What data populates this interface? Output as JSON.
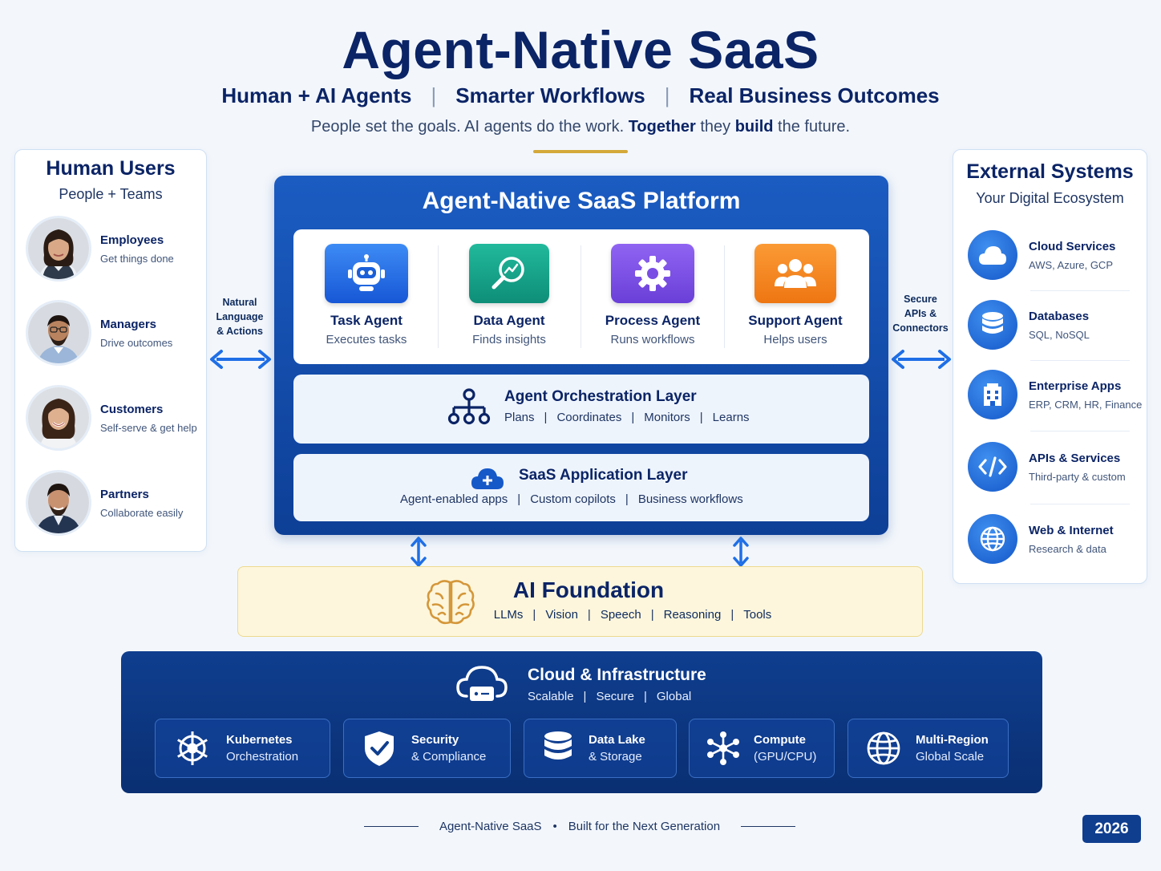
{
  "header": {
    "title": "Agent-Native SaaS",
    "subtitle": [
      "Human + AI Agents",
      "Smarter Workflows",
      "Real Business Outcomes"
    ],
    "tagline": {
      "part1": "People set the goals. AI agents do the work. ",
      "bold1": "Together",
      "part2": " they ",
      "bold2": "build",
      "part3": " the future."
    }
  },
  "human_users": {
    "title": "Human Users",
    "subtitle": "People + Teams",
    "items": [
      {
        "name": "Employees",
        "desc": "Get things done"
      },
      {
        "name": "Managers",
        "desc": "Drive outcomes"
      },
      {
        "name": "Customers",
        "desc": "Self-serve & get help"
      },
      {
        "name": "Partners",
        "desc": "Collaborate easily"
      }
    ]
  },
  "left_connector": {
    "line1": "Natural",
    "line2": "Language",
    "line3": "& Actions"
  },
  "right_connector": {
    "line1": "Secure",
    "line2": "APIs &",
    "line3": "Connectors"
  },
  "platform": {
    "title": "Agent-Native SaaS Platform",
    "agents": [
      {
        "name": "Task Agent",
        "desc": "Executes tasks",
        "icon": "robot-icon",
        "color": "#1f6fe6"
      },
      {
        "name": "Data Agent",
        "desc": "Finds insights",
        "icon": "magnifier-chart-icon",
        "color": "#14a38b"
      },
      {
        "name": "Process Agent",
        "desc": "Runs workflows",
        "icon": "gear-icon",
        "color": "#7b4de8"
      },
      {
        "name": "Support Agent",
        "desc": "Helps users",
        "icon": "users-icon",
        "color": "#f2821c"
      }
    ],
    "orchestration": {
      "title": "Agent Orchestration Layer",
      "items": [
        "Plans",
        "Coordinates",
        "Monitors",
        "Learns"
      ]
    },
    "application": {
      "title": "SaaS Application Layer",
      "items": [
        "Agent-enabled apps",
        "Custom copilots",
        "Business workflows"
      ]
    }
  },
  "ai_foundation": {
    "title": "AI Foundation",
    "items": [
      "LLMs",
      "Vision",
      "Speech",
      "Reasoning",
      "Tools"
    ]
  },
  "external_systems": {
    "title": "External Systems",
    "subtitle": "Your Digital Ecosystem",
    "items": [
      {
        "name": "Cloud Services",
        "desc": "AWS, Azure, GCP",
        "icon": "cloud-icon"
      },
      {
        "name": "Databases",
        "desc": "SQL, NoSQL",
        "icon": "database-icon"
      },
      {
        "name": "Enterprise Apps",
        "desc": "ERP, CRM, HR, Finance",
        "icon": "building-icon"
      },
      {
        "name": "APIs & Services",
        "desc": "Third-party & custom",
        "icon": "code-icon"
      },
      {
        "name": "Web & Internet",
        "desc": "Research & data",
        "icon": "globe-icon"
      }
    ]
  },
  "cloud": {
    "title": "Cloud & Infrastructure",
    "items": [
      "Scalable",
      "Secure",
      "Global"
    ],
    "boxes": [
      {
        "title": "Kubernetes",
        "sub": "Orchestration",
        "icon": "helm-icon"
      },
      {
        "title": "Security",
        "sub": "& Compliance",
        "icon": "shield-check-icon"
      },
      {
        "title": "Data Lake",
        "sub": "& Storage",
        "icon": "database-icon"
      },
      {
        "title": "Compute",
        "sub": "(GPU/CPU)",
        "icon": "network-nodes-icon"
      },
      {
        "title": "Multi-Region",
        "sub": "Global Scale",
        "icon": "globe-icon"
      }
    ]
  },
  "footer": {
    "left": "Agent-Native SaaS",
    "dot": "•",
    "right": "Built for the Next Generation",
    "year": "2026"
  }
}
